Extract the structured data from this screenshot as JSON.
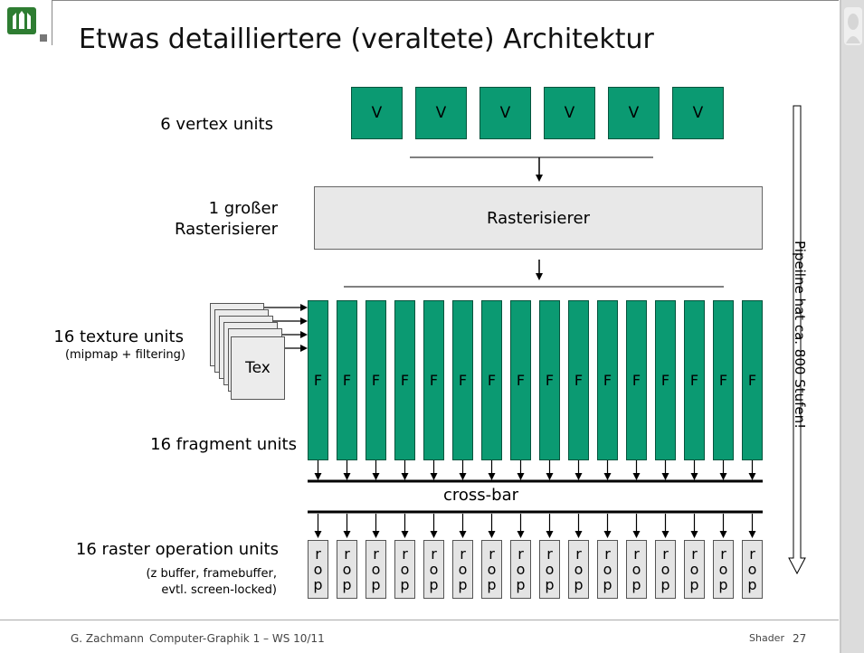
{
  "title": "Etwas detailliertere (veraltete)  Architektur",
  "labels": {
    "vertex": "6 vertex units",
    "raster_line1": "1 großer",
    "raster_line2": "Rasterisierer",
    "texture": "16 texture units",
    "texture_sub": "(mipmap + filtering)",
    "fragment": "16 fragment units",
    "rop": "16 raster operation units",
    "rop_sub1": "(z buffer, framebuffer,",
    "rop_sub2": "evtl. screen-locked)"
  },
  "vertex_units": [
    "V",
    "V",
    "V",
    "V",
    "V",
    "V"
  ],
  "rasterizer": "Rasterisierer",
  "texture_front": "Tex",
  "fragment_units": [
    "F",
    "F",
    "F",
    "F",
    "F",
    "F",
    "F",
    "F",
    "F",
    "F",
    "F",
    "F",
    "F",
    "F",
    "F",
    "F"
  ],
  "crossbar": "cross-bar",
  "rop_units": {
    "r": "r",
    "o": "o",
    "p": "p",
    "count": 16
  },
  "pipeline_note": "Pipeilne hat ca. 800 Stufen!",
  "footer": {
    "author": "G. Zachmann",
    "course": "Computer-Graphik 1 – WS 10/11",
    "topic": "Shader",
    "page": "27"
  },
  "colors": {
    "unit_green": "#0b9a72",
    "rasterizer_gray": "#e8e8e8",
    "rop_gray": "#e4e4e4"
  }
}
